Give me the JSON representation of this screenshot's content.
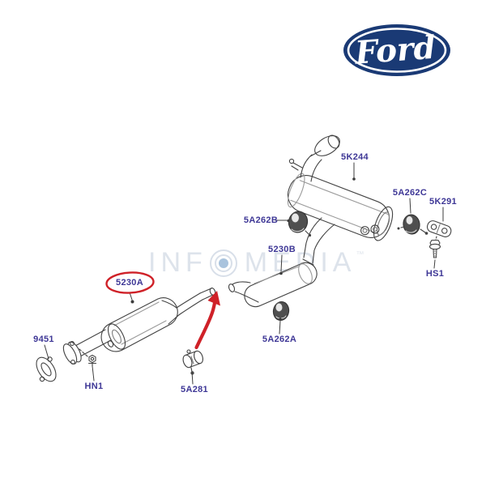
{
  "page": {
    "background_color": "#ffffff"
  },
  "brand": {
    "name": "Ford",
    "oval_color": "#1a3a75",
    "text_color": "#ffffff"
  },
  "watermark": {
    "prefix": "INF",
    "suffix": "MEDIA",
    "trademark": "™",
    "full_text": "INFOMEDIA"
  },
  "diagram": {
    "type": "exhaust-system-parts-illustration",
    "label_color": "#3e3796",
    "highlight_color": "#cf2128",
    "line_color": "#424242",
    "highlighted_part": "5230A",
    "labels": [
      {
        "part": "5K244"
      },
      {
        "part": "5A262C"
      },
      {
        "part": "5K291"
      },
      {
        "part": "5A262B"
      },
      {
        "part": "5230B"
      },
      {
        "part": "HS1"
      },
      {
        "part": "5A262A"
      },
      {
        "part": "5230A"
      },
      {
        "part": "9451"
      },
      {
        "part": "HN1"
      },
      {
        "part": "5A281"
      }
    ]
  }
}
